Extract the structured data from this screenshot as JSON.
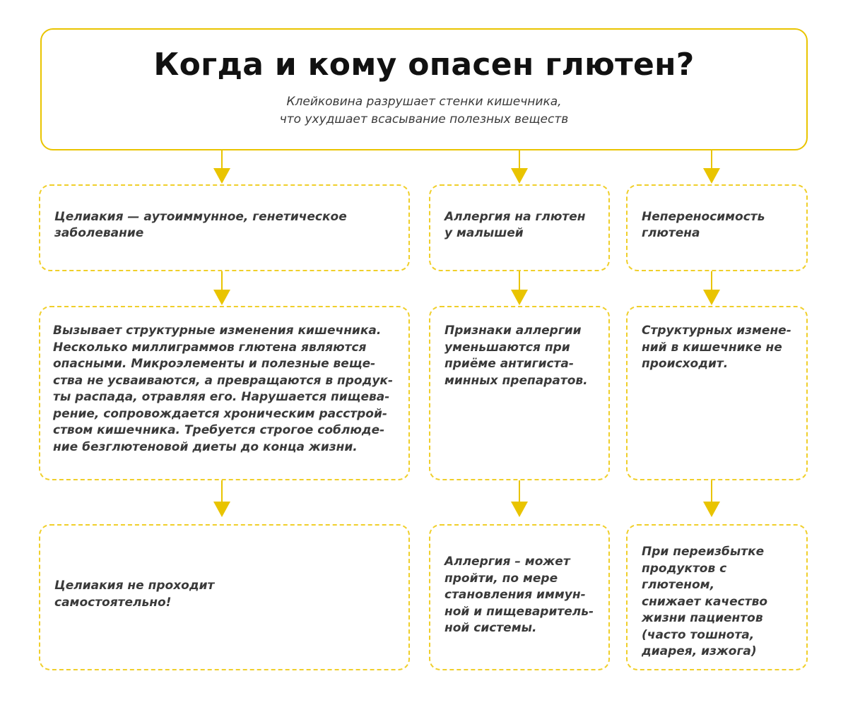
{
  "header": {
    "title": "Когда и кому опасен глютен?",
    "subtitle_line1": "Клейковина разрушает стенки кишечника,",
    "subtitle_line2": "что ухудшает всасывание полезных веществ"
  },
  "columns": [
    {
      "category": "Целиакия —  аутоиммунное, генетическое\nзаболевание",
      "description": "Вызывает структурные изменения кишечника.\nНесколько миллиграммов глютена являются\nопасными. Микроэлементы и полезные веще-\nства не усваиваются, а превращаются в продук-\nты распада, отравляя его. Нарушается пищева-\nрение, сопровождается хроническим расстрой-\nством кишечника. Требуется строгое соблюде-\nние безглютеновой диеты до конца жизни.",
      "outcome": "Целиакия не проходит\nсамостоятельно!"
    },
    {
      "category": "Аллергия на глютен\nу малышей",
      "description": "Признаки аллергии\nуменьшаются при\nприёме антигиста-\nминных препаратов.",
      "outcome": "Аллергия – может\nпройти, по мере\nстановления иммун-\nной и пищеваритель-\nной системы."
    },
    {
      "category": "Непереносимость\nглютена",
      "description": "Структурных измене-\nний в кишечнике не\nпроисходит.",
      "outcome": "При переизбытке\nпродуктов с глютеном,\nснижает качество\nжизни пациентов\n(часто тошнота,\nдиарея, изжога)"
    }
  ],
  "colors": {
    "accent": "#e9c400",
    "dashed_border": "#f0cf2a",
    "text": "#3a3a3a",
    "title": "#111111"
  }
}
